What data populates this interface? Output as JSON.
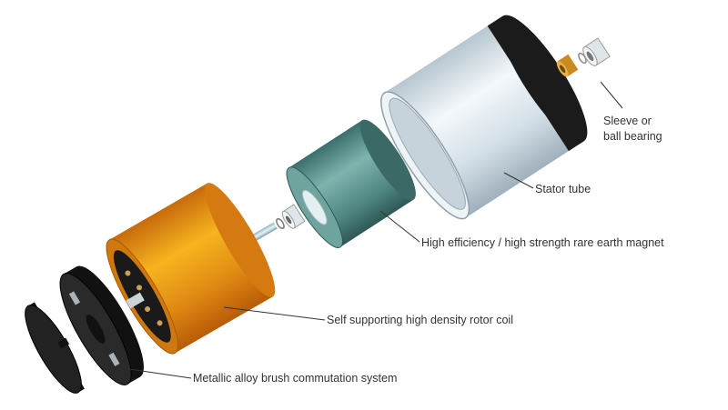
{
  "labels": {
    "bearing_line1": "Sleeve or",
    "bearing_line2": "ball bearing",
    "stator": "Stator tube",
    "magnet": "High efficiency / high strength rare earth magnet",
    "rotor": "Self supporting high density rotor coil",
    "commutation": "Metallic alloy brush commutation system"
  },
  "colors": {
    "rotor": "#e8901a",
    "magnet": "#4f8a86",
    "stator": "#dfe8ee",
    "cap": "#1a1a1a",
    "leader": "#333333"
  }
}
